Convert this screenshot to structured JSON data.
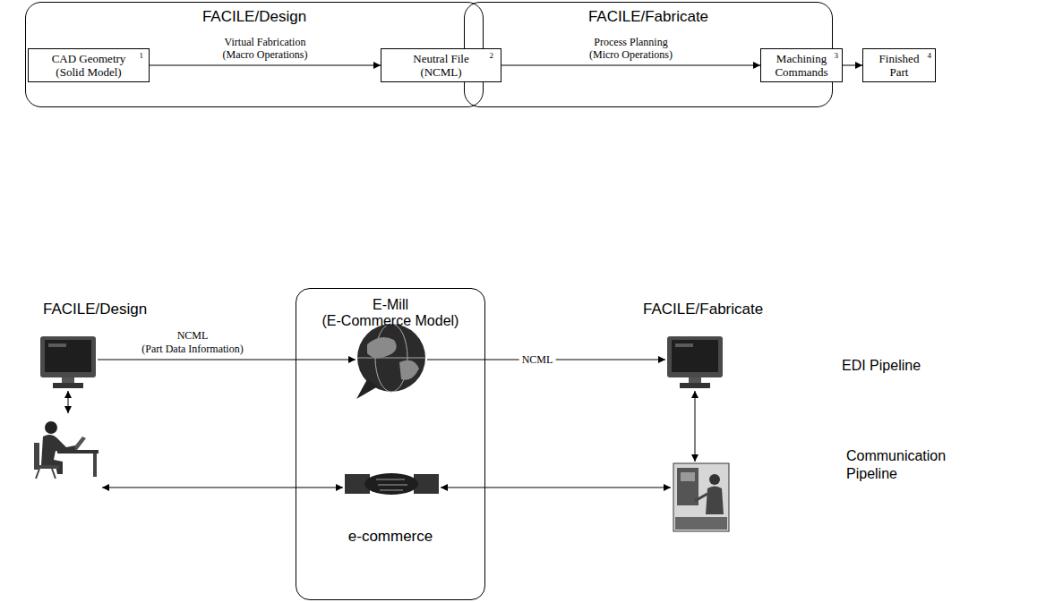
{
  "diagram": {
    "nodes": [
      {
        "text": [
          "FACILE/Design"
        ]
      },
      {
        "text": [
          "CAD Geometry (Solid Model)"
        ],
        "in": 0
      },
      {
        "text": [
          "Neutral File (NCML)"
        ]
      },
      {
        "text": [
          "FACILE/Fabricate"
        ]
      },
      {
        "text": [
          "Machining Commands"
        ],
        "in": 3
      },
      {
        "text": [
          "Finished Part"
        ]
      },
      {
        "text": [
          "E-Mill",
          "(E-Commerce Model)",
          "e-commerce"
        ]
      }
    ],
    "edges": [
      {
        "from": 1,
        "to": 2,
        "label": "Virtual Fabrication (Macro Operations)",
        "arrow": "to"
      },
      {
        "from": 2,
        "to": 4,
        "label": "Process Planning (Micro Operations)",
        "arrow": "to"
      },
      {
        "from": 4,
        "to": 5,
        "arrow": "to"
      }
    ],
    "labels": [
      "1",
      "2",
      "3",
      "4",
      "FACILE/Design",
      "NCML",
      "(Part Data Information)",
      "NCML",
      "FACILE/Fabricate",
      "EDI Pipeline",
      "Communication Pipeline"
    ]
  }
}
